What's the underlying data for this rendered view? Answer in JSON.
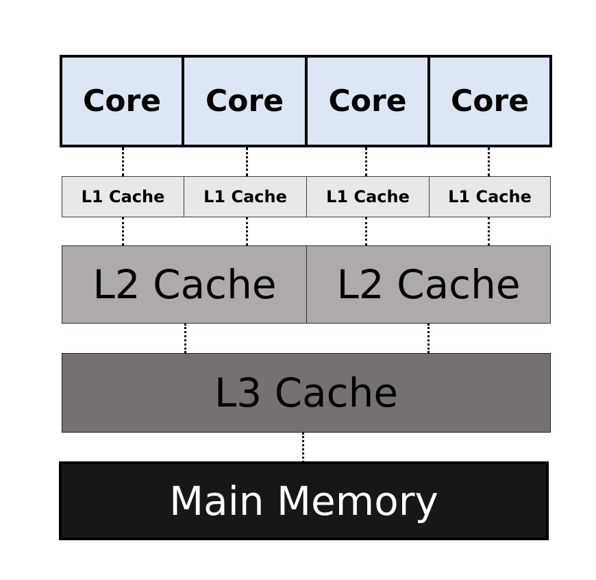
{
  "diagram": {
    "cores": [
      {
        "label": "Core"
      },
      {
        "label": "Core"
      },
      {
        "label": "Core"
      },
      {
        "label": "Core"
      }
    ],
    "l1_caches": [
      {
        "label": "L1 Cache"
      },
      {
        "label": "L1 Cache"
      },
      {
        "label": "L1 Cache"
      },
      {
        "label": "L1 Cache"
      }
    ],
    "l2_caches": [
      {
        "label": "L2 Cache"
      },
      {
        "label": "L2 Cache"
      }
    ],
    "l3_cache": {
      "label": "L3 Cache"
    },
    "main_memory": {
      "label": "Main Memory"
    },
    "colors": {
      "core_fill": "#dce6f4",
      "l1_fill": "#e8e8e8",
      "l2_fill": "#aeaaa9",
      "l3_fill": "#757170",
      "memory_fill": "#171717",
      "memory_text": "#ffffff"
    }
  }
}
